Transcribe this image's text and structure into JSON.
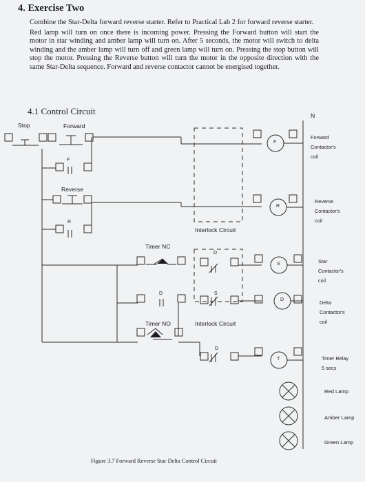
{
  "heading": "4.  Exercise Two",
  "paragraphs": [
    "Combine the Star-Delta forward reverse starter. Refer to Practical Lab 2 for forward reverse starter.",
    "Red lamp will turn on once there is incoming power. Pressing the Forward button will start the motor in star winding and amber lamp will turn on. After 5 seconds, the motor will switch to delta winding and the amber lamp will turn off and green lamp will turn on. Pressing the stop button will stop the motor. Pressing the Reverse button will turn the motor in the opposite direction with the same Star-Delta sequence. Forward and reverse contactor cannot be energised together."
  ],
  "subtitle": "4.1 Control Circuit",
  "labels": {
    "stop": "Stop",
    "forward": "Forward",
    "reverse": "Reverse",
    "neutral": "N",
    "timer_nc": "Timer NC",
    "timer_no": "Timer NO",
    "interlock_1": "Interlock Circuit",
    "interlock_2": "Interlock Circuit",
    "contact_f": "F",
    "contact_r": "R",
    "contact_d_1": "D",
    "contact_d_2": "D",
    "contact_d_3": "D",
    "contact_s": "S"
  },
  "coils": [
    {
      "letter": "F",
      "line1": "Forward",
      "line2": "Contactor's",
      "line3": "coil"
    },
    {
      "letter": "R",
      "line1": "Reverse",
      "line2": "Contactor's",
      "line3": "coil"
    },
    {
      "letter": "S",
      "line1": "Star",
      "line2": "Contactor's",
      "line3": "coil"
    },
    {
      "letter": "D",
      "line1": "Delta",
      "line2": "Contactor's",
      "line3": "coil"
    },
    {
      "letter": "T",
      "line1": "Timer Relay",
      "line2": "5 secs",
      "line3": ""
    }
  ],
  "lamps": [
    {
      "label": "Red Lamp"
    },
    {
      "label": "Amber Lamp"
    },
    {
      "label": "Green Lamp"
    }
  ],
  "caption": "Figure 3.7 Forward Reverse Star Delta Control Circuit",
  "colors": {
    "text": "#1d1d1f",
    "line": "#2a2a2a",
    "background": "#f1f2f3"
  }
}
